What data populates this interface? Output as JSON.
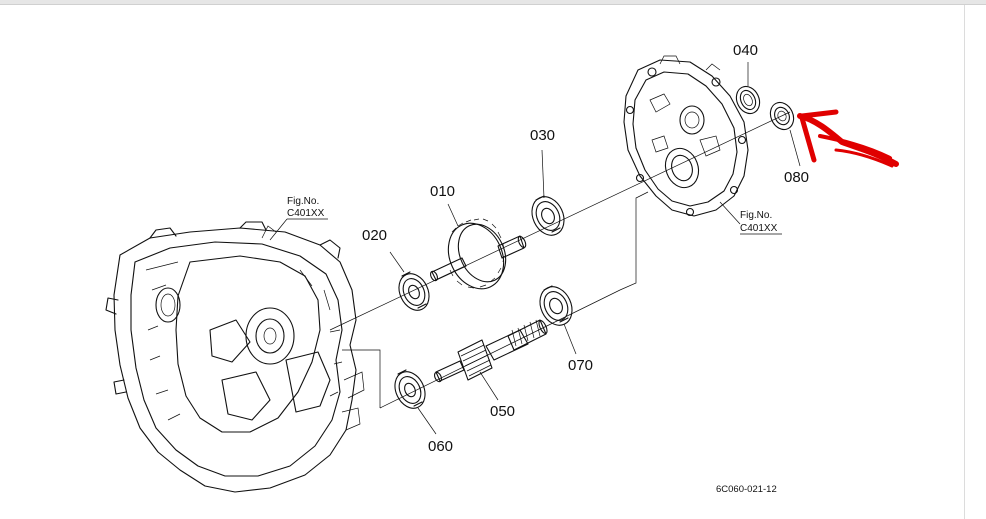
{
  "parts": {
    "p010": "010",
    "p020": "020",
    "p030": "030",
    "p040": "040",
    "p050": "050",
    "p060": "060",
    "p070": "070",
    "p080": "080"
  },
  "fig_refs": {
    "left": {
      "line1": "Fig.No.",
      "line2": "C401XX"
    },
    "right": {
      "line1": "Fig.No.",
      "line2": "C401XX"
    }
  },
  "drawing_code": "6C060-021-12",
  "colors": {
    "ink": "#111111",
    "annotation": "#e00000",
    "background": "#ffffff"
  },
  "annotation": {
    "icon": "hand-drawn-arrow-icon"
  }
}
